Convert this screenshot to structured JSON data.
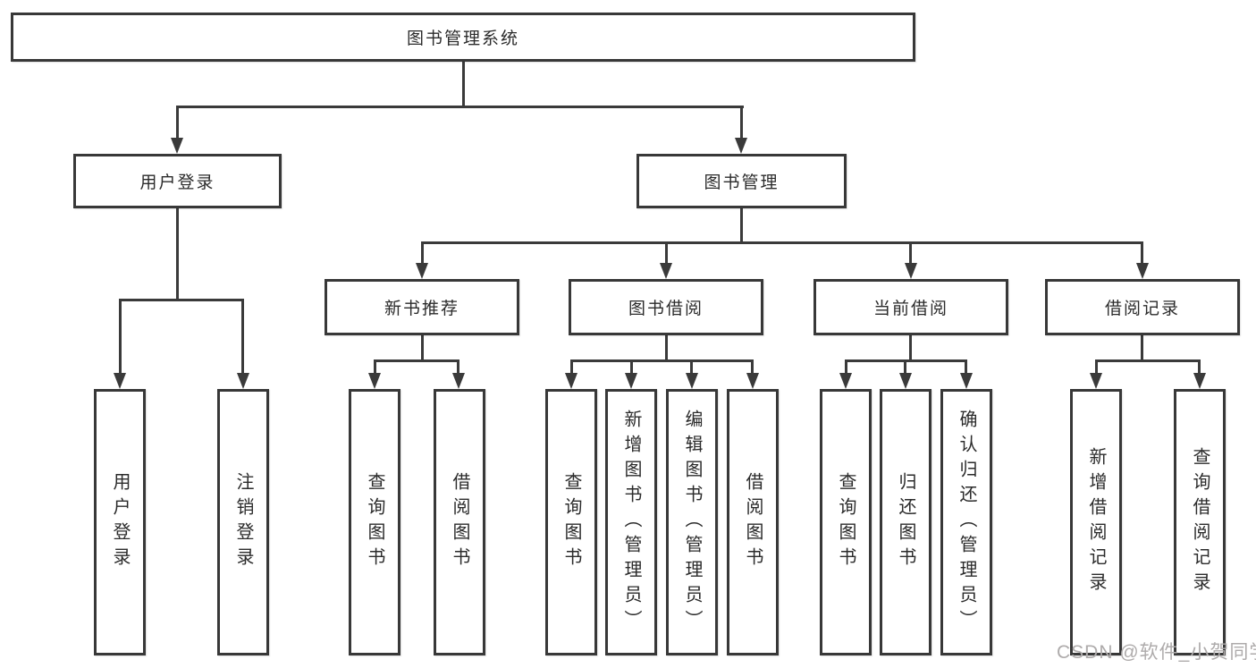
{
  "diagram": {
    "type": "hierarchy-tree",
    "nodes": {
      "root": "图书管理系统",
      "user_login": "用户登录",
      "book_mgmt": "图书管理",
      "new_book_rec": "新书推荐",
      "book_borrow": "图书借阅",
      "current_borrow": "当前借阅",
      "borrow_record": "借阅记录",
      "ul_user_login": "用户登录",
      "ul_logout": "注销登录",
      "nr_query_book": "查询图书",
      "nr_borrow_book": "借阅图书",
      "bb_query_book": "查询图书",
      "bb_add_book": "新增图书（管理员）",
      "bb_edit_book": "编辑图书（管理员）",
      "bb_borrow_book": "借阅图书",
      "cb_query_book": "查询图书",
      "cb_return_book": "归还图书",
      "cb_confirm_return": "确认归还（管理员）",
      "br_add_record": "新增借阅记录",
      "br_query_record": "查询借阅记录"
    }
  },
  "watermark": {
    "text": "CSDN @软件_小贺同学"
  },
  "colors": {
    "line": "#3a3a3a",
    "box_border": "#383838",
    "text": "#2b2b2b",
    "watermark": "#aeabab",
    "background": "#ffffff"
  }
}
